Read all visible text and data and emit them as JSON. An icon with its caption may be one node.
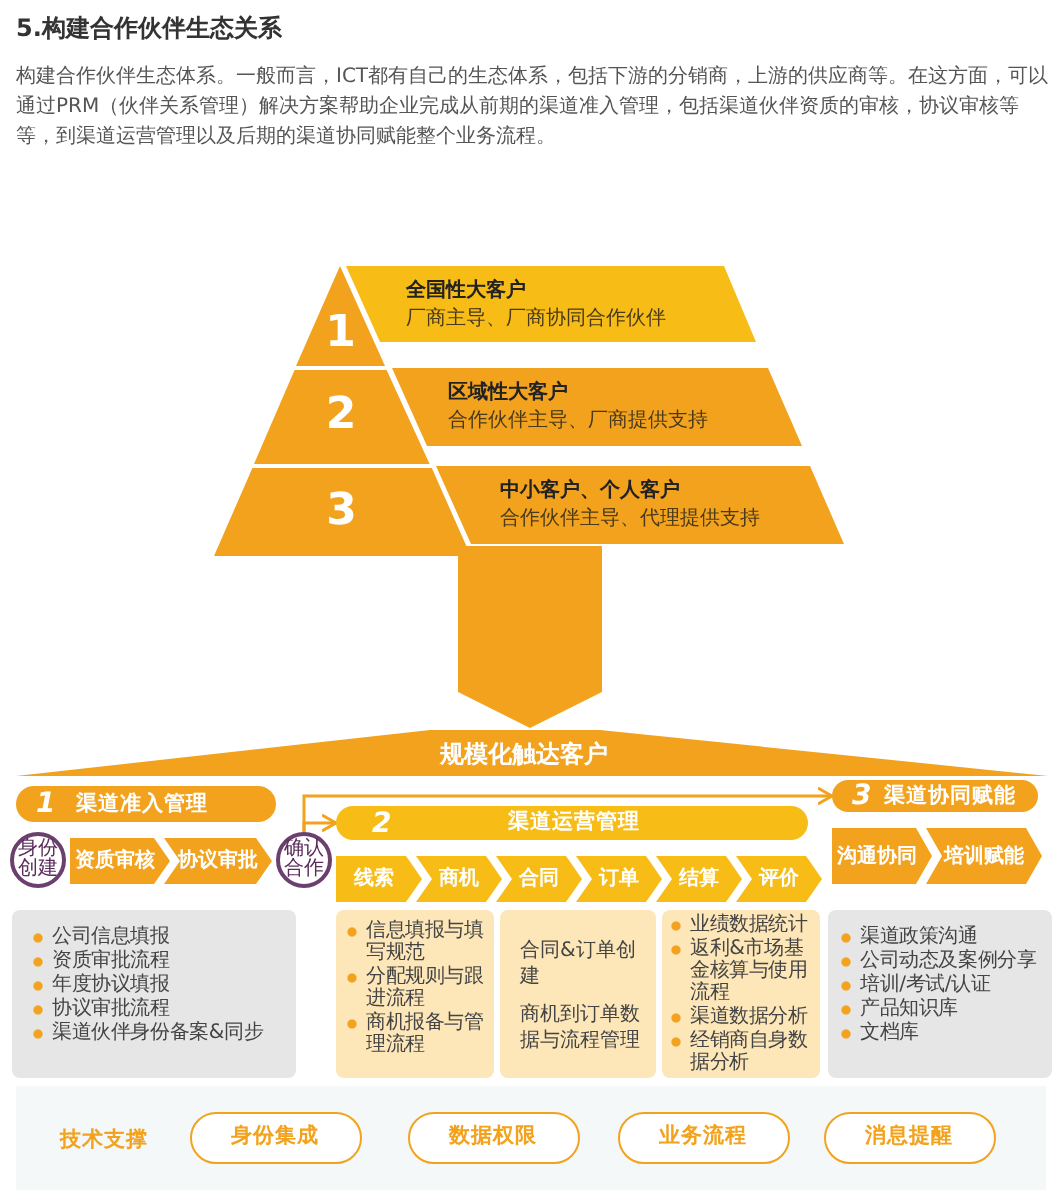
{
  "diagram": {
    "title": "5.构建合作伙伴生态关系",
    "labels": [
      "构建合作伙伴生态体系。一般而言，ICT都有自己的生态体系，包括下游的分销商，上游的供应商等。在这方面，可以通过PRM（伙伴关系管理）解决方案帮助企业完成从前期的渠道准入管理，包括渠道伙伴资质的审核，协议审核等等，到渠道运营管理以及后期的渠道协同赋能整个业务流程。"
    ],
    "nodes": [
      {
        "text": [
          "1"
        ]
      },
      {
        "text": [
          "全国性大客户",
          "厂商主导、厂商协同合作伙伴"
        ]
      },
      {
        "text": [
          "2"
        ]
      },
      {
        "text": [
          "区域性大客户",
          "合作伙伴主导、厂商提供支持"
        ]
      },
      {
        "text": [
          "3"
        ]
      },
      {
        "text": [
          "中小客户、个人客户",
          "合作伙伴主导、代理提供支持"
        ]
      },
      {
        "text": [
          "规模化触达客户"
        ]
      },
      {
        "text": [
          "1",
          "渠道准入管理"
        ]
      },
      {
        "text": [
          "身份创建"
        ]
      },
      {
        "text": [
          "资质审核"
        ]
      },
      {
        "text": [
          "协议审批"
        ]
      },
      {
        "text": [
          "确认合作"
        ]
      },
      {
        "text": [
          "2",
          "渠道运营管理"
        ]
      },
      {
        "text": [
          "线索"
        ]
      },
      {
        "text": [
          "商机"
        ]
      },
      {
        "text": [
          "合同"
        ]
      },
      {
        "text": [
          "订单"
        ]
      },
      {
        "text": [
          "结算"
        ]
      },
      {
        "text": [
          "评价"
        ]
      },
      {
        "text": [
          "3",
          "渠道协同赋能"
        ]
      },
      {
        "text": [
          "沟通协同"
        ]
      },
      {
        "text": [
          "培训赋能"
        ]
      },
      {
        "text": [
          "公司信息填报",
          "资质审批流程",
          "年度协议填报",
          "协议审批流程",
          "渠道伙伴身份备案&同步"
        ]
      },
      {
        "text": [
          "信息填报与填写规范",
          "分配规则与跟进流程",
          "商机报备与管理流程"
        ]
      },
      {
        "text": [
          "合同&订单创建",
          "商机到订单数据与流程管理"
        ]
      },
      {
        "text": [
          "业绩数据统计",
          "返利&市场基金核算与使用流程",
          "渠道数据分析",
          "经销商自身数据分析"
        ]
      },
      {
        "text": [
          "渠道政策沟通",
          "公司动态及案例分享",
          "培训/考试/认证",
          "产品知识库",
          "文档库"
        ]
      },
      {
        "text": [
          "技术支撑"
        ]
      },
      {
        "text": [
          "身份集成"
        ],
        "in": 27
      },
      {
        "text": [
          "数据权限"
        ],
        "in": 27
      },
      {
        "text": [
          "业务流程"
        ],
        "in": 27
      },
      {
        "text": [
          "消息提醒"
        ],
        "in": 27
      }
    ],
    "edges": [
      {
        "from": 5,
        "to": 6,
        "arrow": "to",
        "style": "thick"
      },
      {
        "from": 11,
        "to": 12,
        "arrow": "to"
      },
      {
        "from": 11,
        "to": 19,
        "arrow": "to"
      }
    ]
  }
}
